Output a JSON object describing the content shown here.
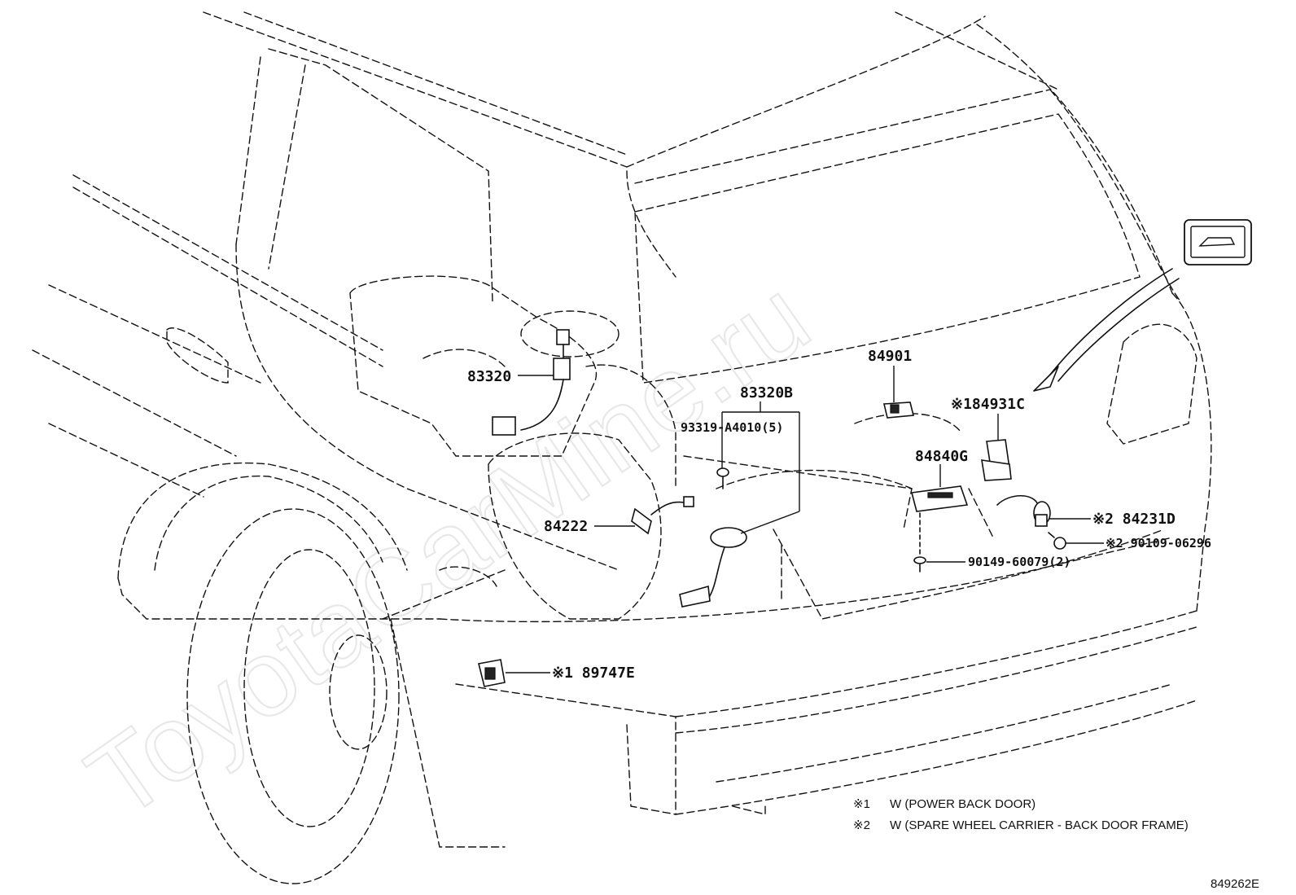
{
  "watermark": "ToyotaCarMine.ru",
  "parts": [
    {
      "id": "83320",
      "label": "83320"
    },
    {
      "id": "84901",
      "label": "84901"
    },
    {
      "id": "83320B",
      "label": "83320B"
    },
    {
      "id": "93319-A4010",
      "label": "93319-A4010(5)"
    },
    {
      "id": "84931C",
      "label": "※184931C"
    },
    {
      "id": "84840G",
      "label": "84840G"
    },
    {
      "id": "84222",
      "label": "84222"
    },
    {
      "id": "84231D",
      "label": "※2 84231D"
    },
    {
      "id": "90109-06296",
      "label": "※2 90109-06296"
    },
    {
      "id": "90149-60079",
      "label": "90149-60079(2)"
    },
    {
      "id": "89747E",
      "label": "※1 89747E"
    }
  ],
  "notes": [
    {
      "mark": "※1",
      "text": "W (POWER BACK DOOR)"
    },
    {
      "mark": "※2",
      "text": "W (SPARE WHEEL CARRIER - BACK DOOR FRAME)"
    }
  ],
  "figure_code": "849262E",
  "view_icon": "rear-view-vehicle-icon"
}
